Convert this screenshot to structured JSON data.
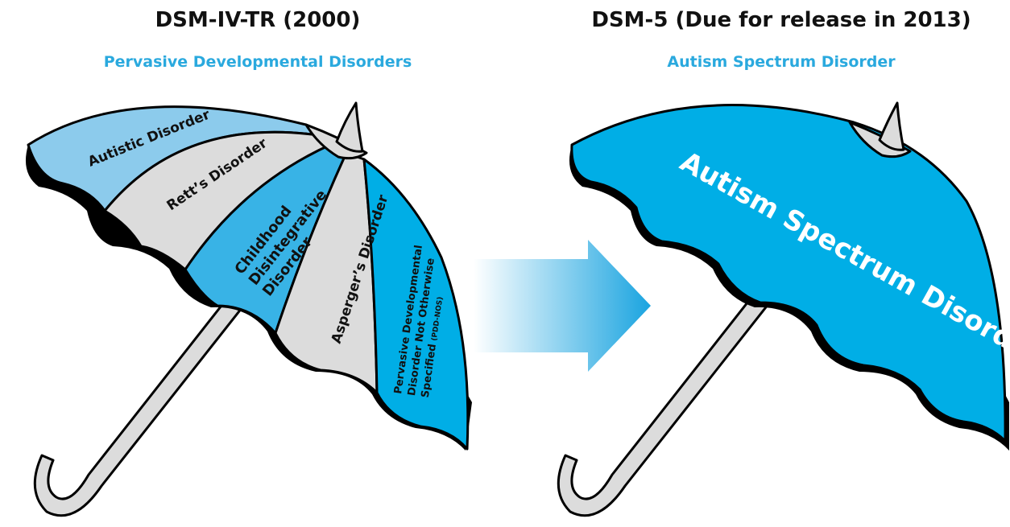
{
  "left": {
    "title": "DSM-IV-TR (2000)",
    "subtitle": "Pervasive Developmental Disorders",
    "segments": [
      {
        "lines": [
          "Autistic Disorder"
        ]
      },
      {
        "lines": [
          "Rett’s Disorder"
        ]
      },
      {
        "lines": [
          "Childhood",
          "Disintegrative",
          "Disorder"
        ]
      },
      {
        "lines": [
          "Asperger’s Disorder"
        ]
      },
      {
        "lines": [
          "Pervasive Developmental",
          "Disorder Not Otherwise"
        ],
        "last_line": "Specified",
        "last_line_small": "(PDD-NOS)"
      }
    ]
  },
  "right": {
    "title": "DSM-5 (Due for release in 2013)",
    "subtitle": "Autism Spectrum Disorder",
    "canopy_label": "Autism Spectrum Disorder"
  },
  "colors": {
    "light_blue": "#8ccbec",
    "grey": "#dcdcdc",
    "mid_blue": "#38b3e6",
    "bright_blue": "#00aee6",
    "subtitle": "#2aa9de",
    "arrow": "#1aa4e0"
  }
}
